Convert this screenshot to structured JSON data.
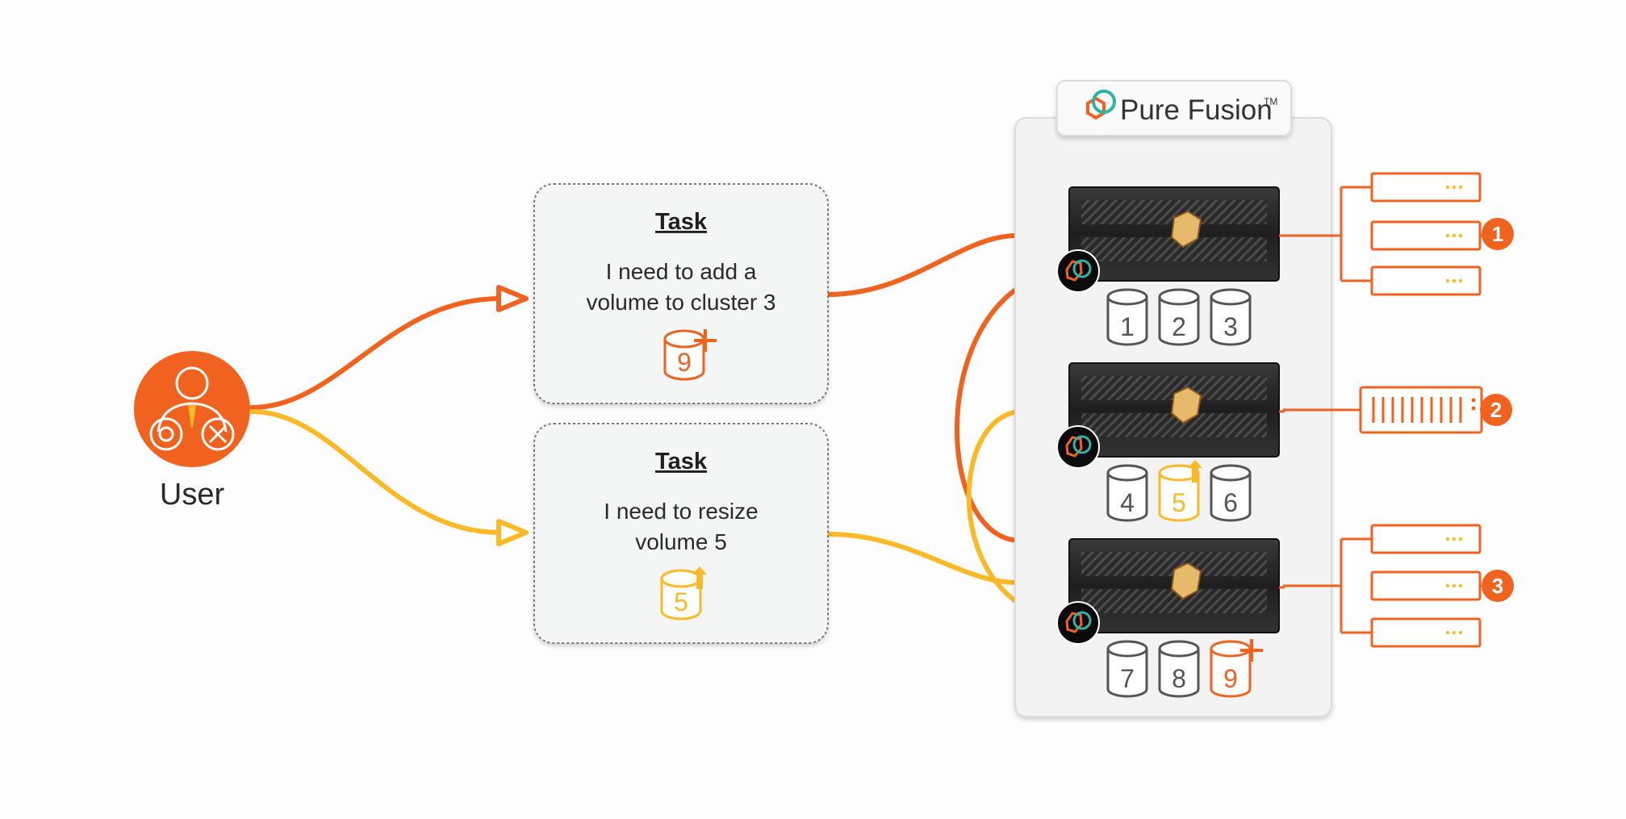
{
  "colors": {
    "orange": "#f2621f",
    "yellow": "#fbb926",
    "teal": "#2bb3a6",
    "panel": "#f3f3f3",
    "task_box": "#f4f5f5"
  },
  "user": {
    "label": "User",
    "icon": "user-admin-icon"
  },
  "tasks": [
    {
      "title": "Task",
      "lines": [
        "I need to add a",
        "volume to cluster 3"
      ],
      "volume": "9",
      "badge": "plus",
      "color": "orange"
    },
    {
      "title": "Task",
      "lines": [
        "I need to resize",
        "volume 5"
      ],
      "volume": "5",
      "badge": "up-arrow",
      "color": "yellow"
    }
  ],
  "fusion": {
    "logo_text": "Pure Fusion",
    "tm": "TM",
    "logo_icon": "pure-fusion-logo-icon",
    "arrays": [
      {
        "name": "array-1",
        "volumes": [
          {
            "label": "1",
            "state": "normal"
          },
          {
            "label": "2",
            "state": "normal"
          },
          {
            "label": "3",
            "state": "normal"
          }
        ]
      },
      {
        "name": "array-2",
        "volumes": [
          {
            "label": "4",
            "state": "normal"
          },
          {
            "label": "5",
            "state": "resized"
          },
          {
            "label": "6",
            "state": "normal"
          }
        ]
      },
      {
        "name": "array-3",
        "volumes": [
          {
            "label": "7",
            "state": "normal"
          },
          {
            "label": "8",
            "state": "normal"
          },
          {
            "label": "9",
            "state": "added"
          }
        ]
      }
    ]
  },
  "clusters": [
    {
      "badge": "1",
      "type": "server-stack"
    },
    {
      "badge": "2",
      "type": "storage-enclosure"
    },
    {
      "badge": "3",
      "type": "server-stack"
    }
  ]
}
